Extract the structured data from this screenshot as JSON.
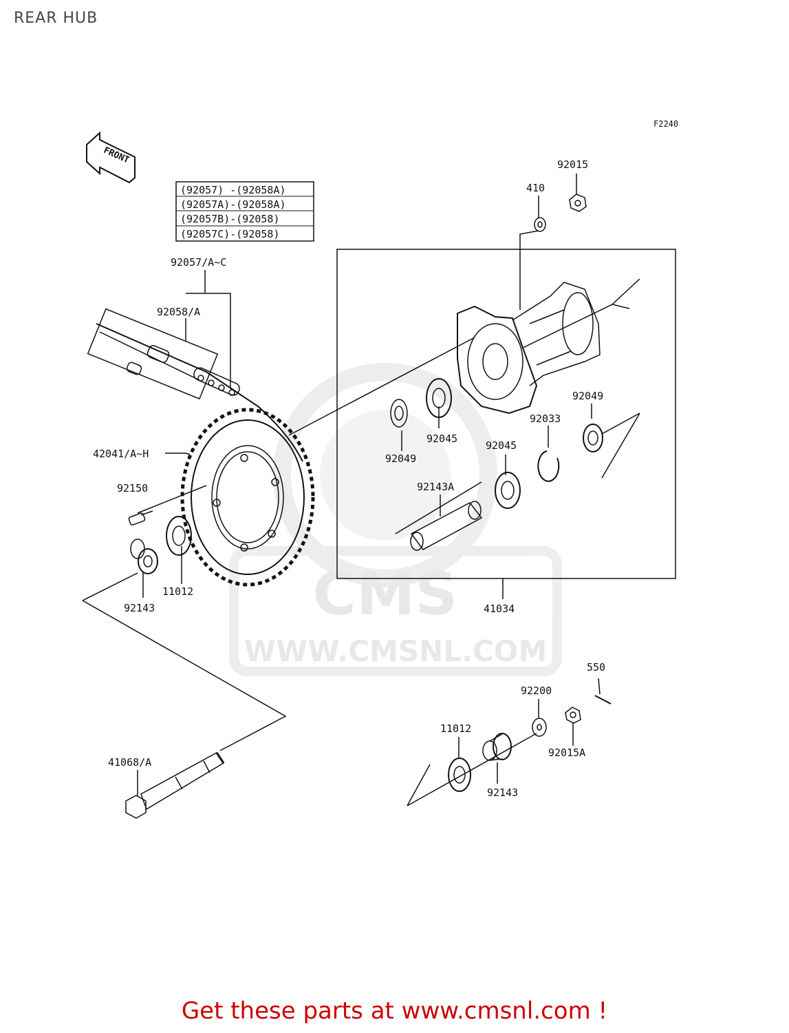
{
  "page": {
    "title": "REAR HUB"
  },
  "diagram": {
    "figure_code": "F2240",
    "front_label": "FRONT",
    "watermark": {
      "logo": "CMS",
      "url": "WWW.CMSNL.COM"
    },
    "chain_table": [
      "(92057)  -(92058A)",
      "(92057A)-(92058A)",
      "(92057B)-(92058)",
      "(92057C)-(92058)"
    ],
    "parts": {
      "p92015": "92015",
      "p410": "410",
      "p92057": "92057/A~C",
      "p92058": "92058/A",
      "p92049_right": "92049",
      "p92033": "92033",
      "p92045_mid": "92045",
      "p92049_left": "92049",
      "p92045_right": "92045",
      "p42041": "42041/A~H",
      "p92143A": "92143A",
      "p92150": "92150",
      "p92143_left": "92143",
      "p11012_left": "11012",
      "p41034": "41034",
      "p550": "550",
      "p92200": "92200",
      "p11012_right": "11012",
      "p92015A": "92015A",
      "p92143_right": "92143",
      "p41068": "41068/A"
    }
  },
  "footer": {
    "text": "Get these parts at www.cmsnl.com !"
  }
}
